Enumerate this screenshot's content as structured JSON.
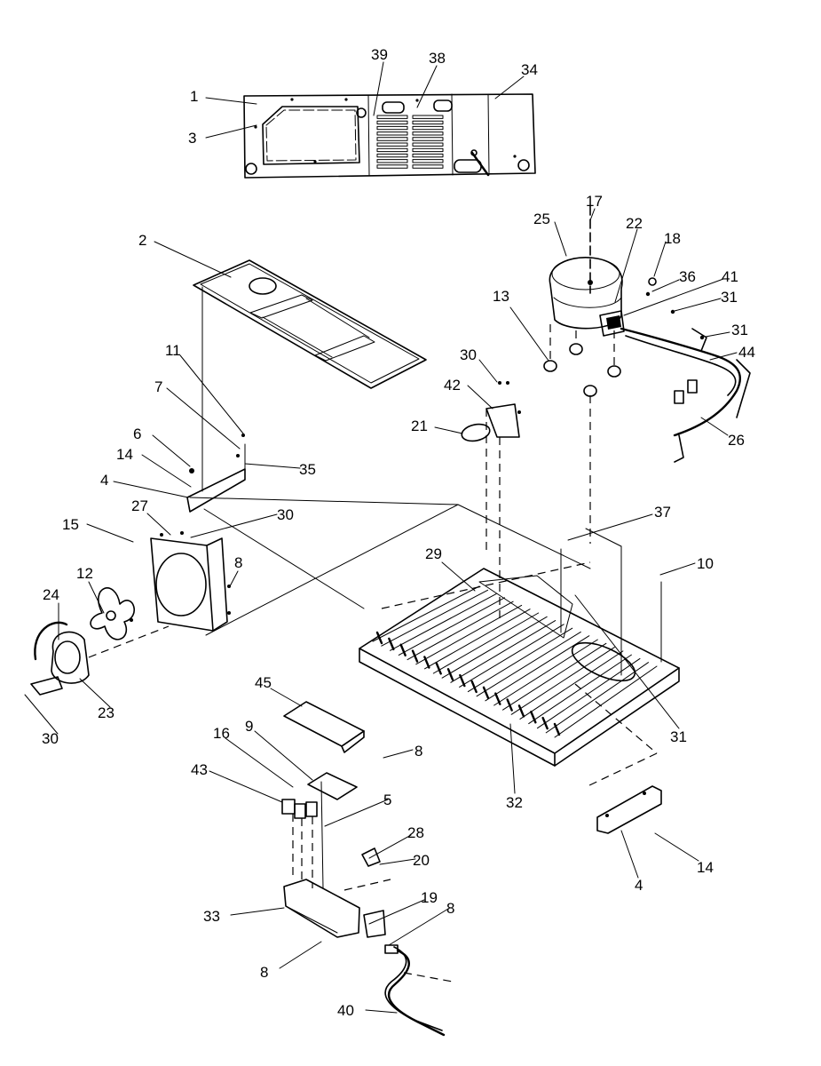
{
  "callouts": [
    {
      "id": "c1",
      "text": "1"
    },
    {
      "id": "c3",
      "text": "3"
    },
    {
      "id": "c39",
      "text": "39"
    },
    {
      "id": "c38",
      "text": "38"
    },
    {
      "id": "c34",
      "text": "34"
    },
    {
      "id": "c2",
      "text": "2"
    },
    {
      "id": "c17",
      "text": "17"
    },
    {
      "id": "c25",
      "text": "25"
    },
    {
      "id": "c22",
      "text": "22"
    },
    {
      "id": "c18",
      "text": "18"
    },
    {
      "id": "c36",
      "text": "36"
    },
    {
      "id": "c41",
      "text": "41"
    },
    {
      "id": "c13",
      "text": "13"
    },
    {
      "id": "c31a",
      "text": "31"
    },
    {
      "id": "c31b",
      "text": "31"
    },
    {
      "id": "c44",
      "text": "44"
    },
    {
      "id": "c30a",
      "text": "30"
    },
    {
      "id": "c42",
      "text": "42"
    },
    {
      "id": "c21",
      "text": "21"
    },
    {
      "id": "c26",
      "text": "26"
    },
    {
      "id": "c11",
      "text": "11"
    },
    {
      "id": "c7",
      "text": "7"
    },
    {
      "id": "c6",
      "text": "6"
    },
    {
      "id": "c35",
      "text": "35"
    },
    {
      "id": "c14a",
      "text": "14"
    },
    {
      "id": "c4a",
      "text": "4"
    },
    {
      "id": "c27",
      "text": "27"
    },
    {
      "id": "c30b",
      "text": "30"
    },
    {
      "id": "c15",
      "text": "15"
    },
    {
      "id": "c37",
      "text": "37"
    },
    {
      "id": "c8a",
      "text": "8"
    },
    {
      "id": "c12",
      "text": "12"
    },
    {
      "id": "c29",
      "text": "29"
    },
    {
      "id": "c10",
      "text": "10"
    },
    {
      "id": "c24",
      "text": "24"
    },
    {
      "id": "c23",
      "text": "23"
    },
    {
      "id": "c30c",
      "text": "30"
    },
    {
      "id": "c31c",
      "text": "31"
    },
    {
      "id": "c45",
      "text": "45"
    },
    {
      "id": "c8b",
      "text": "8"
    },
    {
      "id": "c16",
      "text": "16"
    },
    {
      "id": "c9",
      "text": "9"
    },
    {
      "id": "c43",
      "text": "43"
    },
    {
      "id": "c32",
      "text": "32"
    },
    {
      "id": "c5",
      "text": "5"
    },
    {
      "id": "c28",
      "text": "28"
    },
    {
      "id": "c20",
      "text": "20"
    },
    {
      "id": "c14b",
      "text": "14"
    },
    {
      "id": "c4b",
      "text": "4"
    },
    {
      "id": "c19",
      "text": "19"
    },
    {
      "id": "c8c",
      "text": "8"
    },
    {
      "id": "c33",
      "text": "33"
    },
    {
      "id": "c8d",
      "text": "8"
    },
    {
      "id": "c40",
      "text": "40"
    }
  ]
}
